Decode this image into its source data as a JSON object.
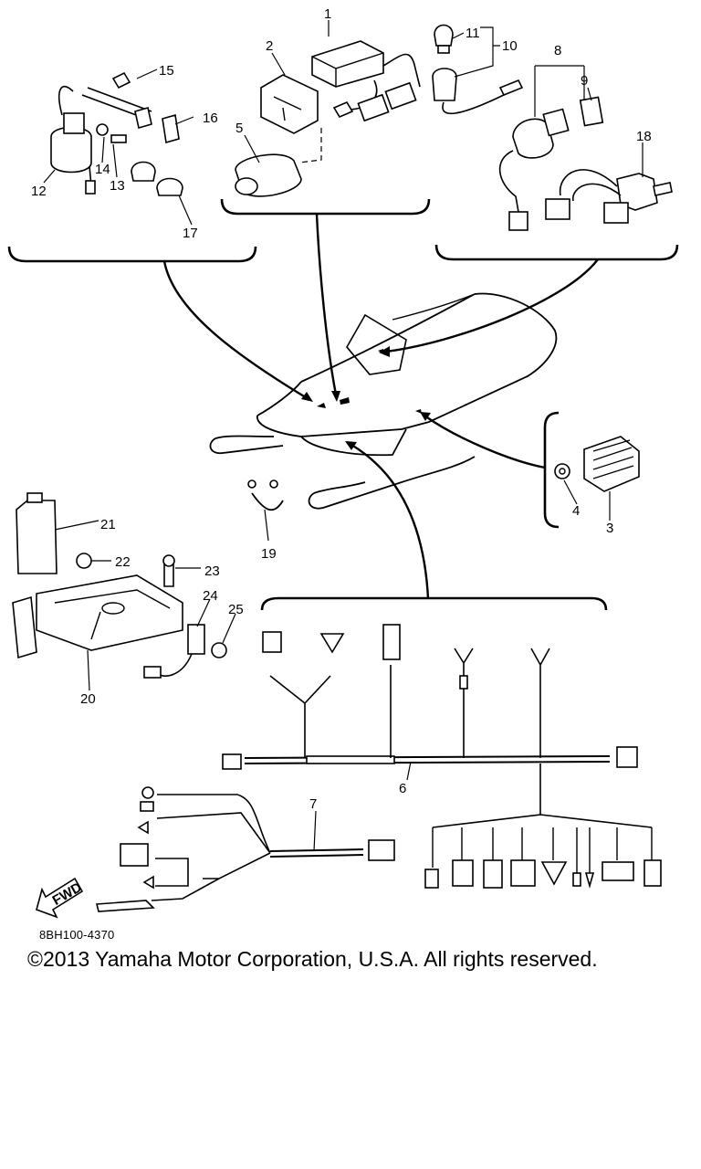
{
  "diagram": {
    "part_numbers": [
      "1",
      "2",
      "3",
      "4",
      "5",
      "6",
      "7",
      "8",
      "9",
      "10",
      "11",
      "12",
      "13",
      "14",
      "15",
      "16",
      "17",
      "18",
      "19",
      "20",
      "21",
      "22",
      "23",
      "24",
      "25"
    ],
    "direction_label": "FWD"
  },
  "footer": {
    "part_code": "8BH100-4370",
    "copyright": "©2013 Yamaha Motor Corporation, U.S.A. All rights reserved."
  }
}
